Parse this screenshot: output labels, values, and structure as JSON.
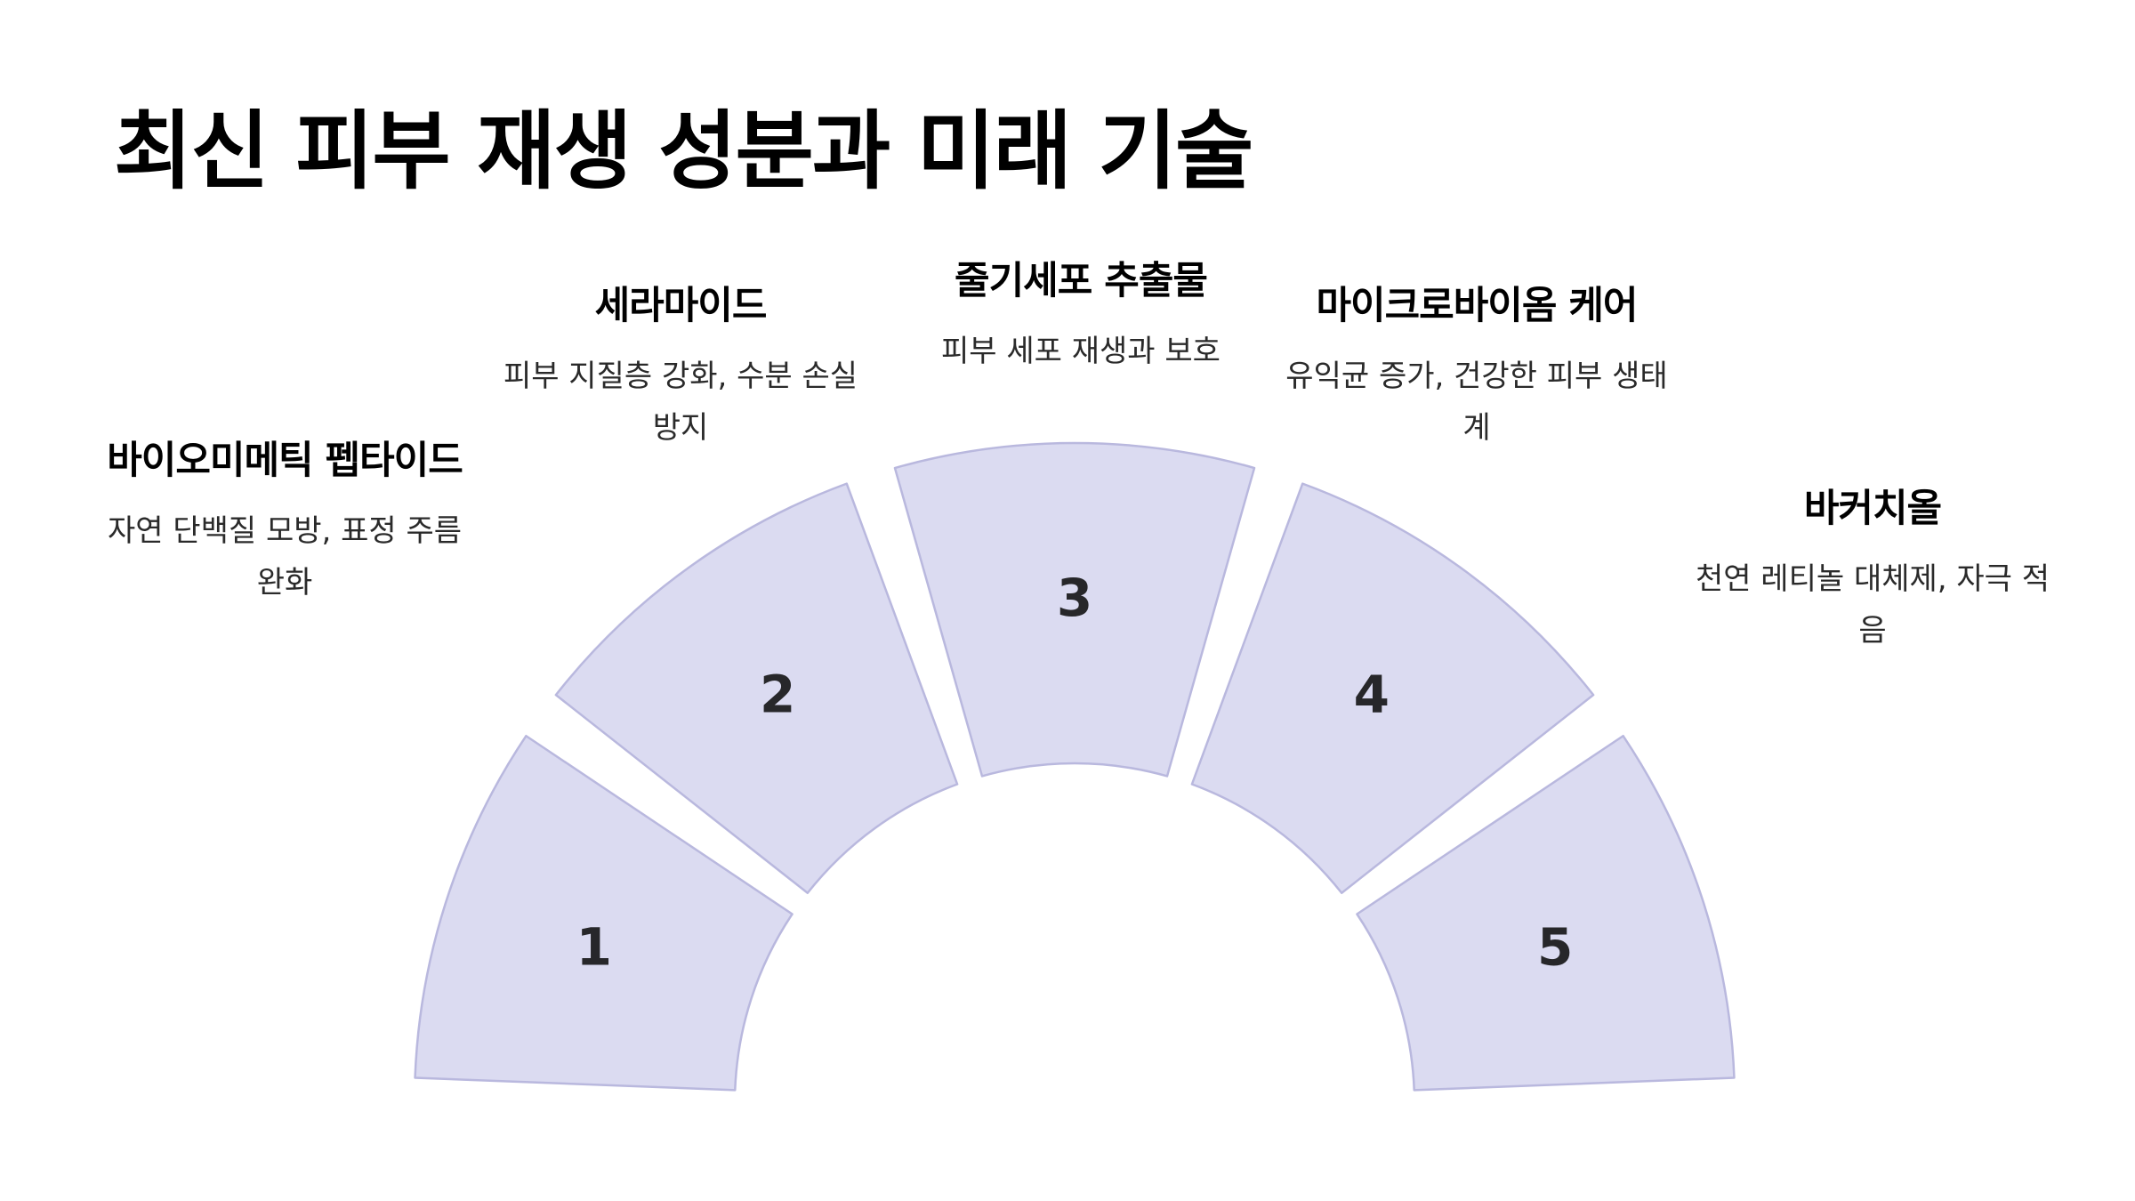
{
  "title": "최신 피부 재생 성분과 미래 기술",
  "colors": {
    "segment_fill": "#dbdbf1",
    "segment_stroke": "#b9b8de",
    "number_text": "#27272a",
    "title_text": "#000000"
  },
  "items": [
    {
      "number": "1",
      "heading": "바이오미메틱 펩타이드",
      "description": "자연 단백질 모방, 표정 주름 완화"
    },
    {
      "number": "2",
      "heading": "세라마이드",
      "description": "피부 지질층 강화, 수분 손실 방지"
    },
    {
      "number": "3",
      "heading": "줄기세포 추출물",
      "description": "피부 세포 재생과 보호"
    },
    {
      "number": "4",
      "heading": "마이크로바이옴 케어",
      "description": "유익균 증가, 건강한 피부 생태계"
    },
    {
      "number": "5",
      "heading": "바커치올",
      "description": "천연 레티놀 대체제, 자극 적음"
    }
  ]
}
